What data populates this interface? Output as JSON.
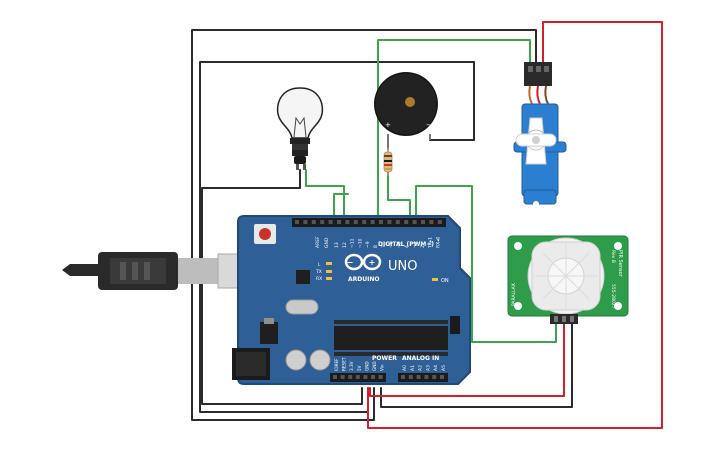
{
  "colors": {
    "board": "#2f5f97",
    "board_edge": "#1f4777",
    "wire_black": "#2b2b2b",
    "wire_red": "#d21f2b",
    "wire_green": "#3aa64a",
    "servo_blue": "#2c7fd0",
    "sensor_green": "#2e9c4b",
    "sensor_dome": "#f2f2f2",
    "buzzer": "#222222",
    "header": "#1b1b1b"
  },
  "board": {
    "logo_text": "UNO",
    "brand": "ARDUINO",
    "digital_label": "DIGITAL (PWM~)",
    "power_label": "POWER",
    "analog_label": "ANALOG IN",
    "on_label": "ON",
    "l_label": "L",
    "tx_label": "TX",
    "rx_label": "RX",
    "aref_label": "AREF",
    "gnd_label": "GND",
    "top_pins": [
      "13",
      "12",
      "~11",
      "~10",
      "~9",
      "8",
      "7",
      "~6",
      "~5",
      "4",
      "~3",
      "2",
      "TX▸1",
      "RX◂0"
    ],
    "power_pins": [
      "IOREF",
      "RESET",
      "3.3V",
      "5V",
      "GND",
      "GND",
      "Vin"
    ],
    "analog_pins": [
      "A0",
      "A1",
      "A2",
      "A3",
      "A4",
      "A5"
    ]
  },
  "buzzer": {
    "plus": "+",
    "minus": "−"
  },
  "sensor": {
    "name": "PIR Sensor",
    "rev": "Rev B",
    "part": "555-28027",
    "maker": "PARALLAX"
  },
  "icons": [
    "usb-cable-icon",
    "light-bulb-icon",
    "buzzer-icon",
    "resistor-icon",
    "servo-icon",
    "pir-sensor-icon",
    "arduino-logo-icon"
  ]
}
